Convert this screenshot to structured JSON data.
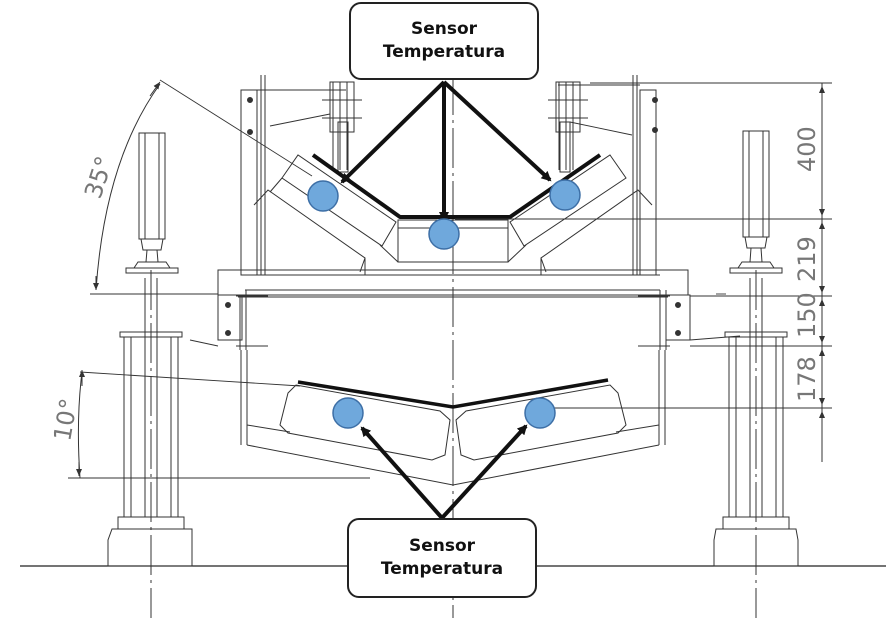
{
  "callouts": {
    "top": {
      "line1": "Sensor",
      "line2": "Temperatura"
    },
    "bottom": {
      "line1": "Sensor",
      "line2": "Temperatura"
    }
  },
  "dimensions": {
    "d400": "400",
    "d219": "219",
    "d150": "150",
    "d178": "178"
  },
  "angles": {
    "upper": "35°",
    "lower": "10°"
  },
  "colors": {
    "sensor_fill": "#6fa8dc",
    "sensor_stroke": "#3d6fa6",
    "arrow": "#111111",
    "drawing_line": "#333333",
    "dimension_text": "#777777"
  }
}
